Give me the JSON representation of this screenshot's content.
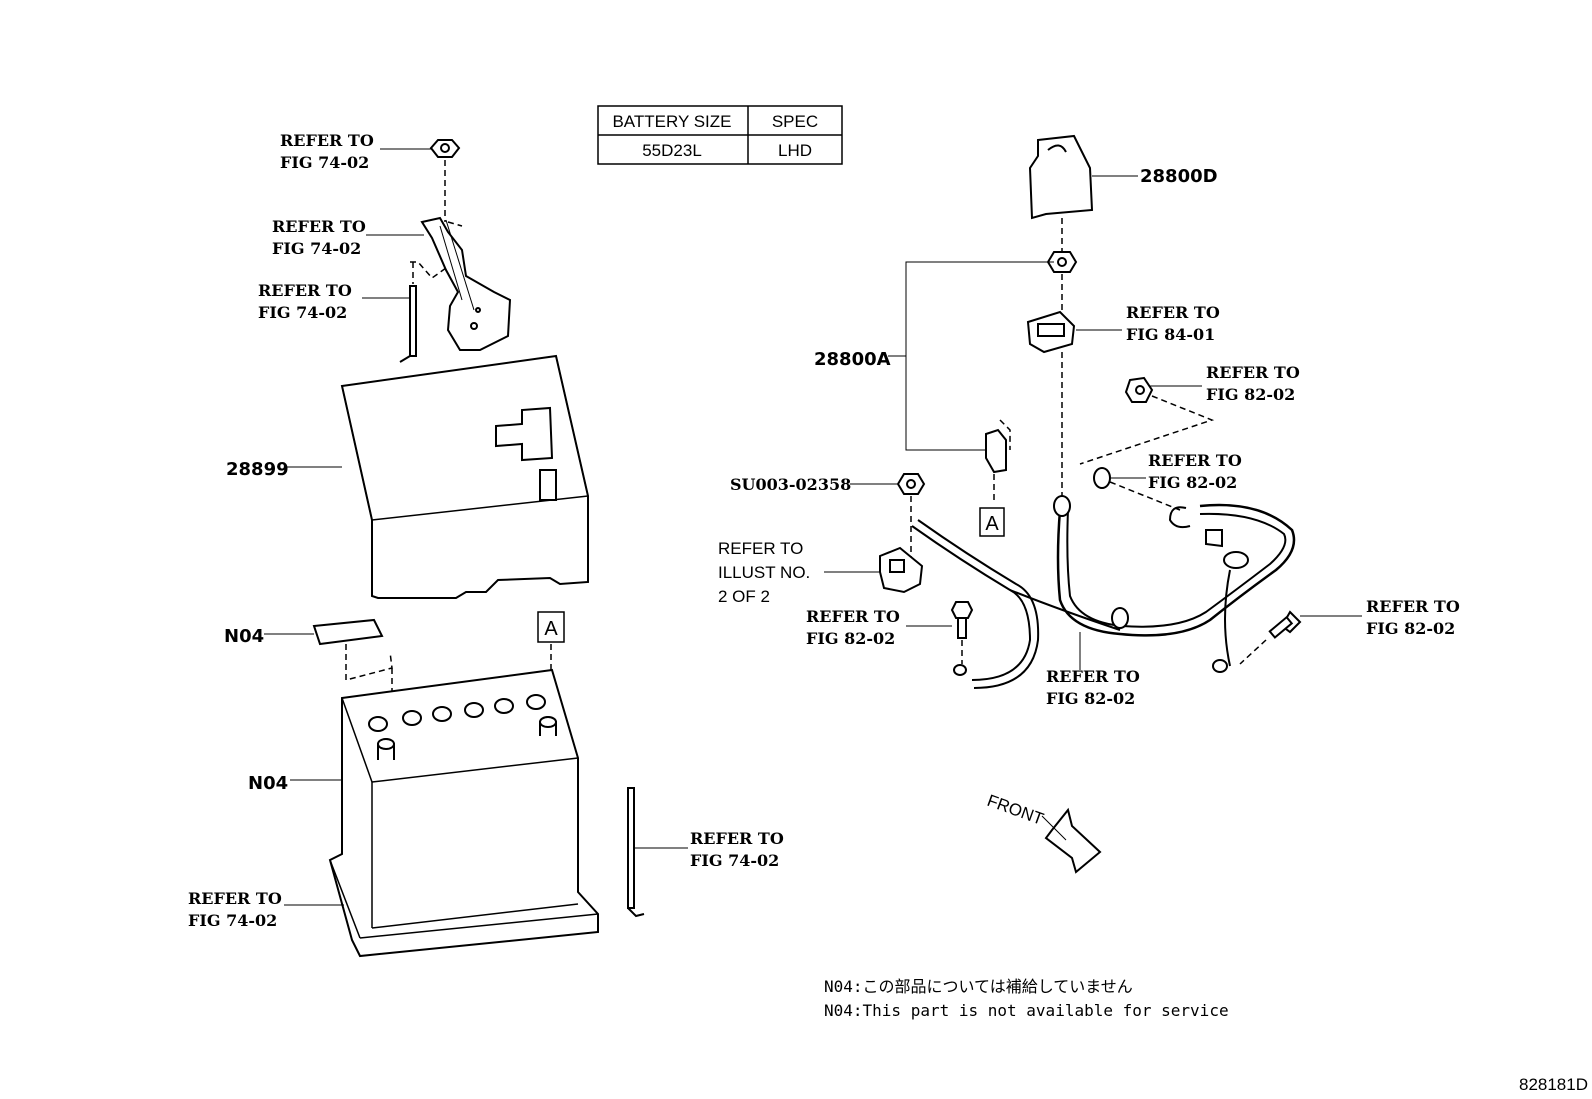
{
  "table": {
    "headers": [
      "BATTERY SIZE",
      "SPEC"
    ],
    "row": [
      "55D23L",
      "LHD"
    ]
  },
  "labels": {
    "refer_to": "REFER TO",
    "fig_74_02": "FIG 74-02",
    "fig_84_01": "FIG 84-01",
    "fig_82_02": "FIG 82-02",
    "illust_line1": "REFER TO",
    "illust_line2": "ILLUST NO.",
    "illust_line3": "2 OF 2"
  },
  "parts": {
    "p28899": "28899",
    "n04a": "N04",
    "n04b": "N04",
    "p28800d": "28800D",
    "p28800a": "28800A",
    "su003": "SU003-02358",
    "callout_a": "A"
  },
  "front": "FRONT",
  "notes": {
    "jp": "N04:この部品については補給していません",
    "en": "N04:This part is not available for service"
  },
  "diagram_id": "828181D"
}
